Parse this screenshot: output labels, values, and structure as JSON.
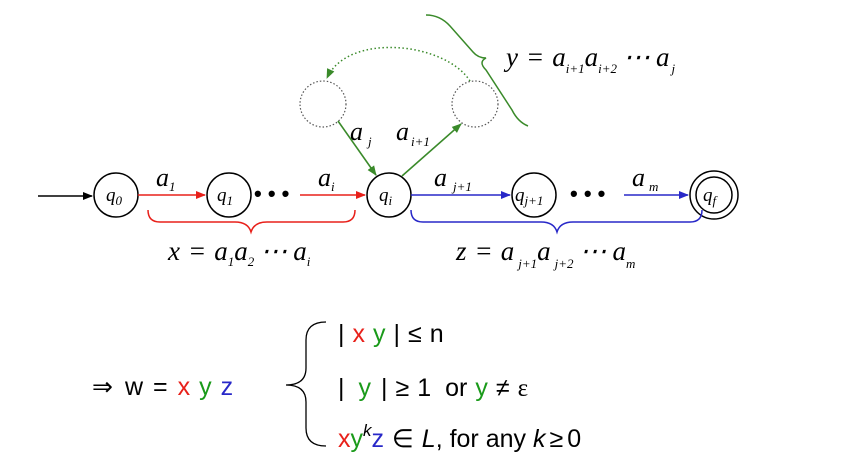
{
  "diagram": {
    "states": {
      "q0": {
        "base": "q",
        "sub": "0"
      },
      "q1": {
        "base": "q",
        "sub": "1"
      },
      "qi": {
        "base": "q",
        "sub": "i"
      },
      "qj1": {
        "base": "q",
        "sub": "j+1"
      },
      "qf": {
        "base": "q",
        "sub": "f"
      }
    },
    "edges": {
      "a1": {
        "base": "a",
        "sub": "1"
      },
      "ai": {
        "base": "a",
        "sub": "i"
      },
      "aj": {
        "base": "a",
        "sub": "j"
      },
      "ai1": {
        "base": "a",
        "sub": "i+1"
      },
      "aj1": {
        "base": "a",
        "sub": "j+1"
      },
      "am": {
        "base": "a",
        "sub": "m"
      }
    },
    "dots": "• • •",
    "x_label": {
      "var": "x",
      "eq": "=",
      "t1": "a",
      "s1": "1",
      "t2": "a",
      "s2": "2",
      "dots": "⋯",
      "t3": "a",
      "s3": "i"
    },
    "y_label": {
      "var": "y",
      "eq": "=",
      "t1": "a",
      "s1": "i+1",
      "t2": "a",
      "s2": "i+2",
      "dots": "⋯",
      "t3": "a",
      "s3": "j"
    },
    "z_label": {
      "var": "z",
      "eq": "=",
      "t1": "a",
      "s1": "j+1",
      "t2": "a",
      "s2": "j+2",
      "dots": "⋯",
      "t3": "a",
      "s3": "m"
    }
  },
  "conditions": {
    "implies": "⇒",
    "w": "w",
    "eq": "=",
    "x": "x",
    "y": "y",
    "z": "z",
    "c1": {
      "bar1": "|",
      "x": "x",
      "y": "y",
      "bar2": "|",
      "rel": "≤",
      "n": "n"
    },
    "c2": {
      "bar1": "|",
      "y": "y",
      "bar2": "|",
      "rel": "≥",
      "one": "1",
      "or": "or",
      "y2": "y",
      "neq": "≠",
      "eps": "ε"
    },
    "c3": {
      "x": "x",
      "y": "y",
      "k": "k",
      "z": "z",
      "in": "∈",
      "L": "L",
      "rest": ", for any ",
      "k2": "k",
      "geq": "≥",
      "zero": "0"
    }
  },
  "colors": {
    "x": "#e8201a",
    "y": "#1a9a1a",
    "z": "#2828c8",
    "loop": "#3a8a2a",
    "black": "#000000"
  }
}
